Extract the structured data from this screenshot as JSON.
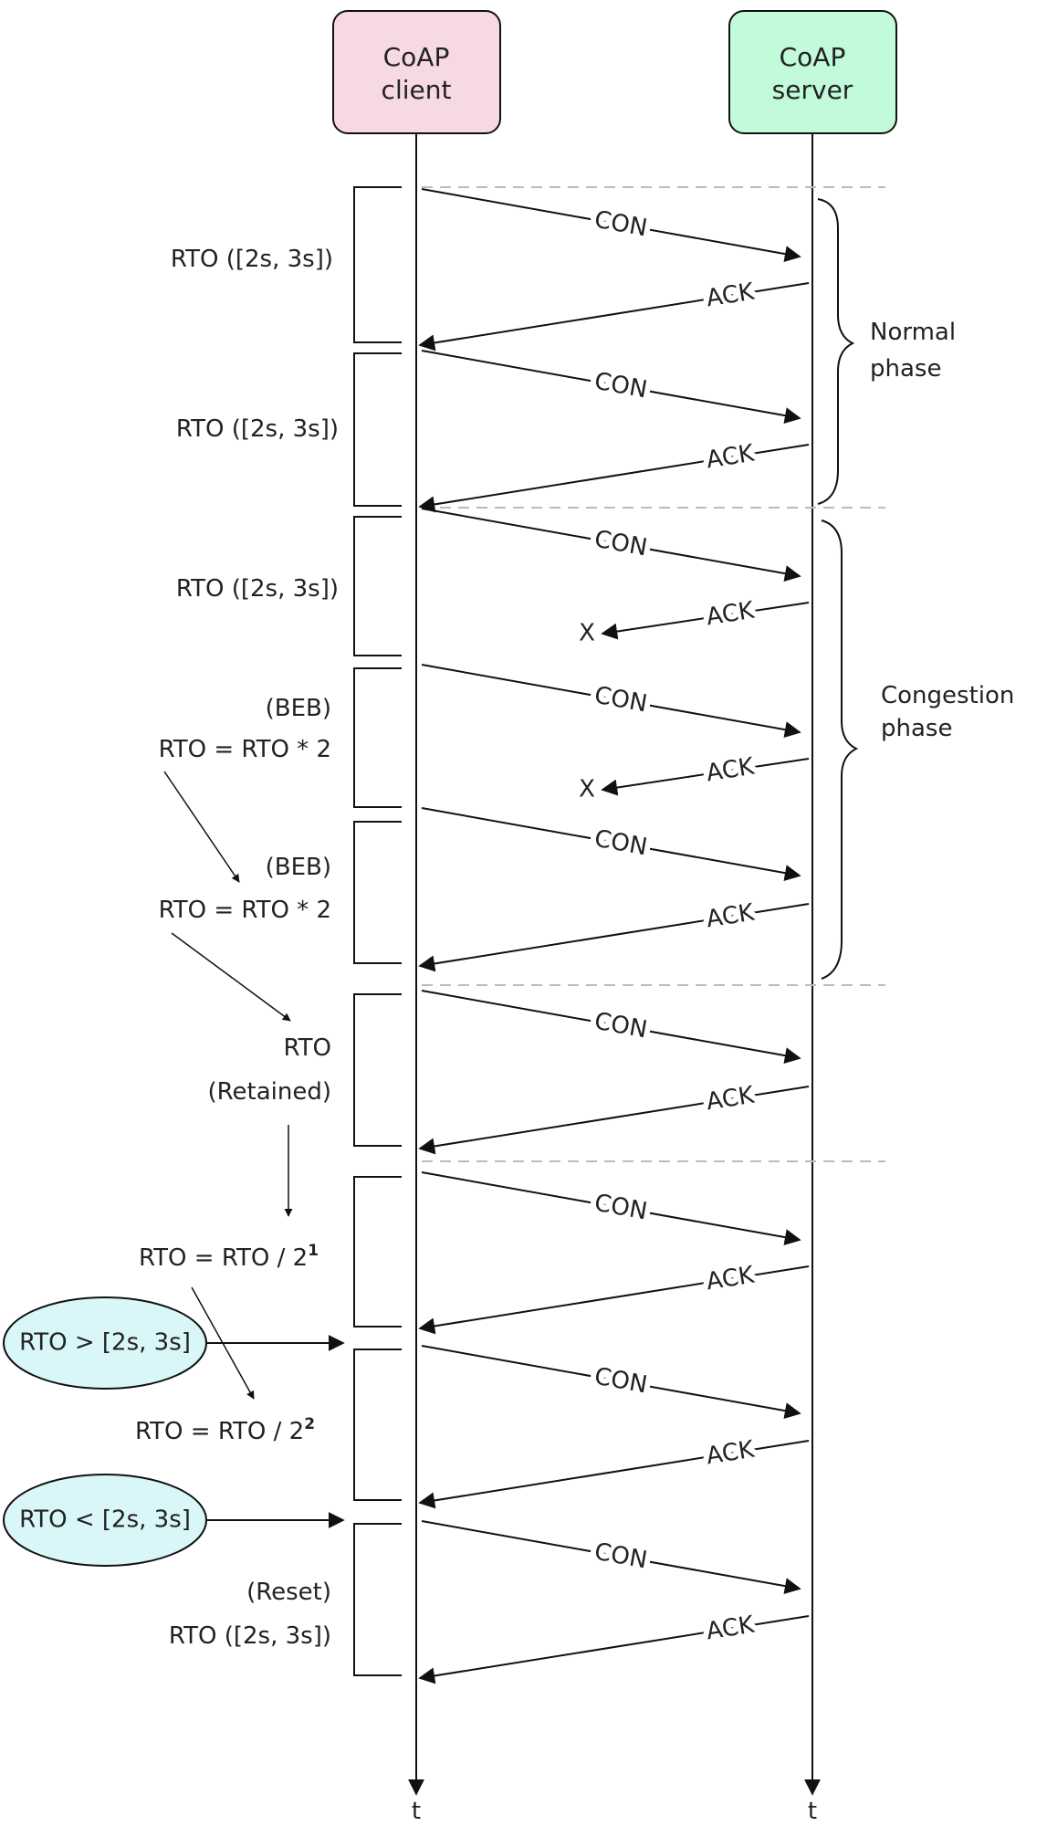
{
  "participants": {
    "client": {
      "line1": "CoAP",
      "line2": "client",
      "color": "#f7d9e3"
    },
    "server": {
      "line1": "CoAP",
      "line2": "server",
      "color": "#c1fbd9"
    }
  },
  "axis_label": "t",
  "message_labels": {
    "request": "CON",
    "response": "ACK",
    "lost": "X"
  },
  "phases": {
    "normal": {
      "line1": "Normal",
      "line2": "phase"
    },
    "congestion": {
      "line1": "Congestion",
      "line2": "phase"
    }
  },
  "rto_labels": {
    "initial": "RTO ([2s, 3s])",
    "beb_tag": "(BEB)",
    "beb_formula": "RTO = RTO * 2",
    "retained_line1": "RTO",
    "retained_line2": "(Retained)",
    "halve_base": "RTO = RTO / 2",
    "halve_exp_1": "1",
    "halve_exp_2": "2",
    "reset_tag": "(Reset)"
  },
  "conditions": {
    "greater": "RTO > [2s, 3s]",
    "less": "RTO < [2s, 3s]"
  },
  "colors": {
    "client_box": "#f7d9e3",
    "server_box": "#c1fbd9",
    "condition_oval": "#d9f7f9",
    "line": "#111111",
    "separator": "#bbbbbb"
  }
}
